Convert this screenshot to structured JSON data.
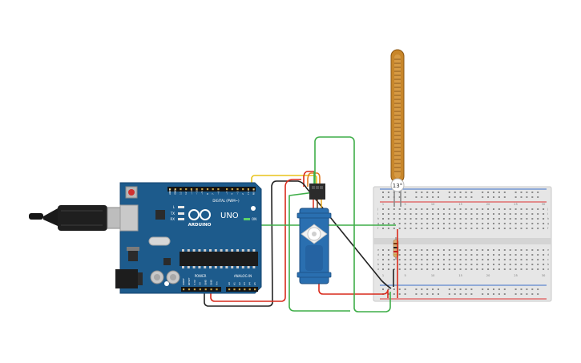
{
  "arduino": {
    "logo_text": "ARDUINO",
    "model_text": "UNO",
    "digital_label": "DIGITAL (PWM~)",
    "power_label": "POWER",
    "analog_label": "ANALOG IN",
    "on_label": "ON",
    "tx_label": "TX",
    "rx_label": "RX",
    "l_label": "L",
    "digital_pins": [
      "AREF",
      "GND",
      "13",
      "12",
      "~11",
      "~10",
      "~9",
      "8",
      "7",
      "~6",
      "~5",
      "4",
      "~3",
      "2",
      "TX 1",
      "RX 0"
    ],
    "power_pins": [
      "IOREF",
      "RESET",
      "3.3V",
      "5V",
      "GND",
      "GND",
      "Vin"
    ],
    "analog_pins": [
      "A0",
      "A1",
      "A2",
      "A3",
      "A4",
      "A5"
    ]
  },
  "flex_sensor": {
    "angle_label": "13°"
  },
  "breadboard": {
    "col_numbers": [
      "1",
      "5",
      "10",
      "15",
      "20",
      "25",
      "30"
    ],
    "row_letters_top": [
      "j",
      "i",
      "h",
      "g",
      "f"
    ],
    "row_letters_bottom": [
      "e",
      "d",
      "c",
      "b",
      "a"
    ]
  },
  "colors": {
    "board": "#1d5b8c",
    "wire_red": "#d92a1c",
    "wire_black": "#222222",
    "wire_green": "#3fae49",
    "wire_yellow": "#e8c31a",
    "wire_orange": "#e27a20",
    "servo_body": "#2a6fb0",
    "flex_body": "#c8862a"
  }
}
